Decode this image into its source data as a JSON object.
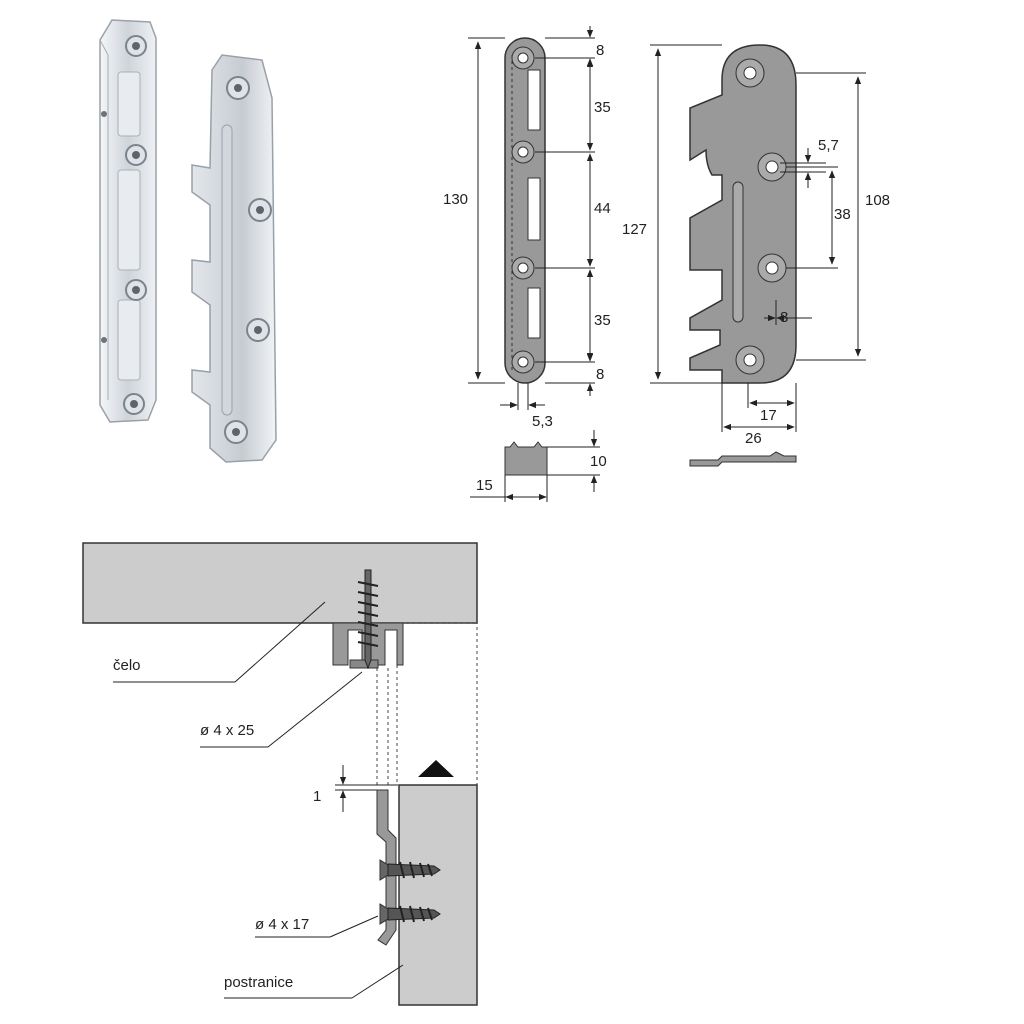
{
  "photo": {
    "left_part": "plate-with-holes",
    "right_part": "plate-with-hooks",
    "colors": {
      "steel_light": "#e6e9ec",
      "steel_mid": "#c4c9cf",
      "steel_dark": "#8a9098"
    }
  },
  "drawing": {
    "colors": {
      "part_fill": "#999999",
      "part_stroke": "#333333",
      "wood_fill": "#cccccc",
      "line": "#222222"
    },
    "plate_left": {
      "dim_total": "130",
      "dim_top_end": "8",
      "dim_spacing_1": "35",
      "dim_spacing_2": "44",
      "dim_spacing_3": "35",
      "dim_bottom_end": "8",
      "dim_hole": "5,3",
      "dim_width": "15",
      "dim_thickness": "10"
    },
    "plate_right": {
      "dim_total": "127",
      "dim_hole_span": "108",
      "dim_hole_diameter": "5,7",
      "dim_hole_pitch": "38",
      "dim_hole_offset": "8",
      "dim_inner_width": "17",
      "dim_width": "26"
    }
  },
  "assembly": {
    "label_front": "čelo",
    "label_screw_large": "ø 4 x 25",
    "label_gap": "1",
    "label_screw_small": "ø 4 x 17",
    "label_side": "postranice"
  }
}
